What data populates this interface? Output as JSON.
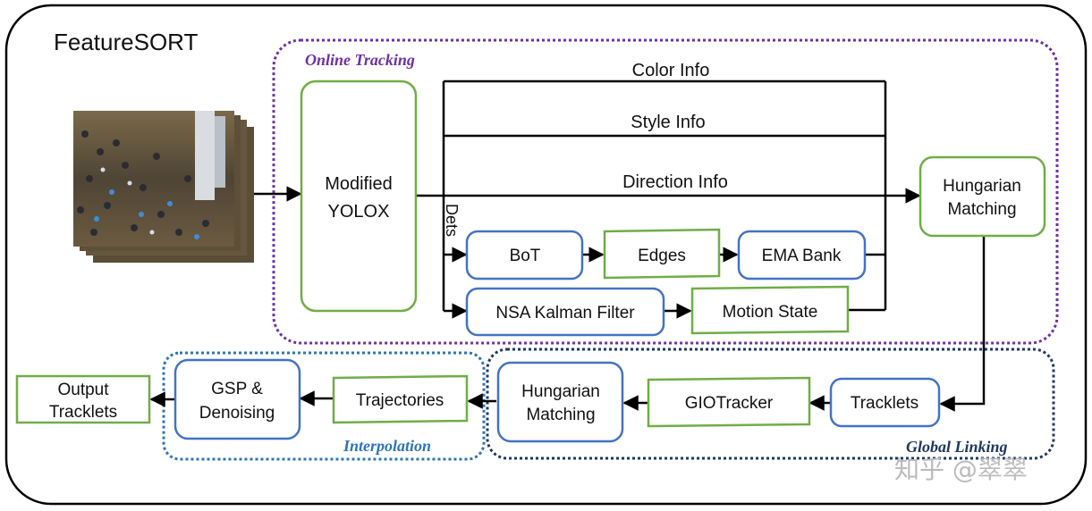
{
  "title": "FeatureSORT",
  "regions": {
    "online_tracking": "Online Tracking",
    "global_linking": "Global Linking",
    "interpolation": "Interpolation"
  },
  "boxes": {
    "yolox_line1": "Modified",
    "yolox_line2": "YOLOX",
    "hungarian_top_line1": "Hungarian",
    "hungarian_top_line2": "Matching",
    "bot": "BoT",
    "edges": "Edges",
    "ema_bank": "EMA Bank",
    "nsa_kalman": "NSA Kalman Filter",
    "motion_state": "Motion State",
    "tracklets": "Tracklets",
    "giotracker": "GIOTracker",
    "hungarian_bottom_line1": "Hungarian",
    "hungarian_bottom_line2": "Matching",
    "trajectories": "Trajectories",
    "gsp_line1": "GSP &",
    "gsp_line2": "Denoising",
    "output_line1": "Output",
    "output_line2": "Tracklets"
  },
  "edge_labels": {
    "color_info": "Color Info",
    "style_info": "Style Info",
    "direction_info": "Direction Info",
    "dets": "Dets"
  },
  "watermark": "知乎 @翠翠",
  "colors": {
    "green": "#70ad47",
    "blue": "#4472c4",
    "purple": "#7030a0",
    "dark_blue": "#1f3864",
    "light_blue": "#2e75b6"
  }
}
